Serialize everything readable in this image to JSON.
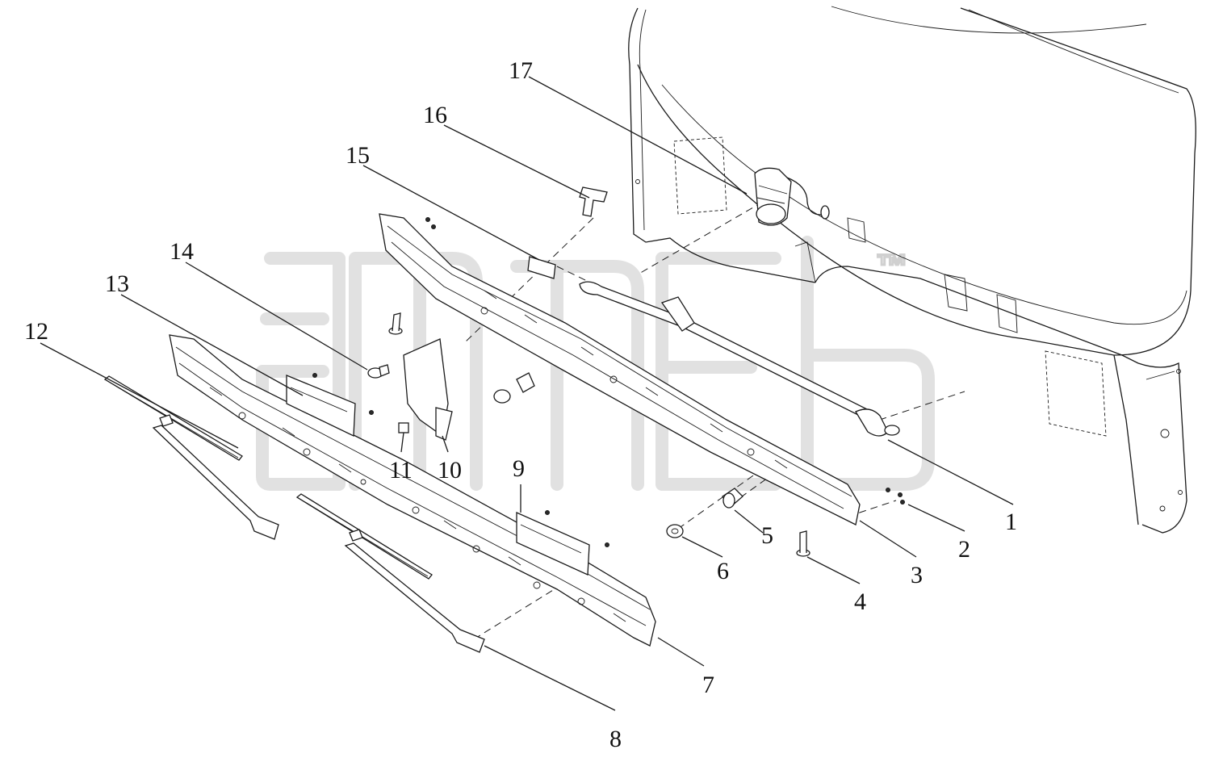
{
  "watermark": {
    "trademark": "™"
  },
  "callouts": [
    {
      "id": "1",
      "label": "1"
    },
    {
      "id": "2",
      "label": "2"
    },
    {
      "id": "3",
      "label": "3"
    },
    {
      "id": "4",
      "label": "4"
    },
    {
      "id": "5",
      "label": "5"
    },
    {
      "id": "6",
      "label": "6"
    },
    {
      "id": "7",
      "label": "7"
    },
    {
      "id": "8",
      "label": "8"
    },
    {
      "id": "9",
      "label": "9"
    },
    {
      "id": "10",
      "label": "10"
    },
    {
      "id": "11",
      "label": "11"
    },
    {
      "id": "12",
      "label": "12"
    },
    {
      "id": "13",
      "label": "13"
    },
    {
      "id": "14",
      "label": "14"
    },
    {
      "id": "15",
      "label": "15"
    },
    {
      "id": "16",
      "label": "16"
    },
    {
      "id": "17",
      "label": "17"
    }
  ]
}
